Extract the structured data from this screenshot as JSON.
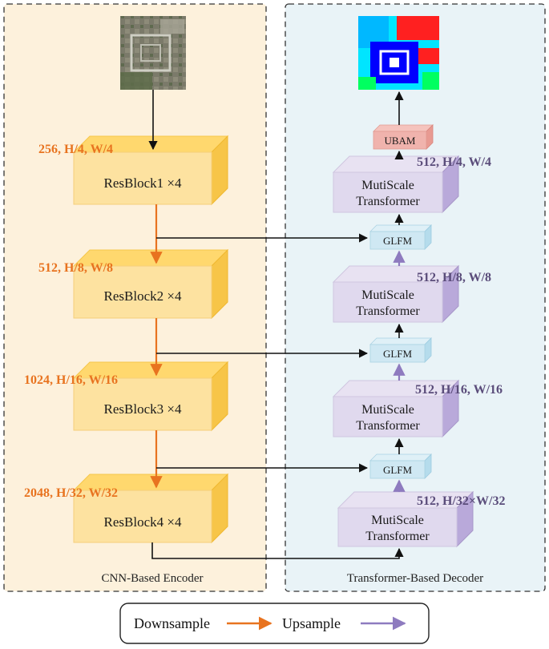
{
  "encoder": {
    "caption": "CNN-Based Encoder",
    "blocks": [
      {
        "label": "ResBlock1 ×4",
        "dims": "256, H/4, W/4"
      },
      {
        "label": "ResBlock2 ×4",
        "dims": "512, H/8, W/8"
      },
      {
        "label": "ResBlock3 ×4",
        "dims": "1024, H/16, W/16"
      },
      {
        "label": "ResBlock4 ×4",
        "dims": "2048, H/32, W/32"
      }
    ]
  },
  "decoder": {
    "caption": "Transformer-Based Decoder",
    "ubam": "UBAM",
    "transformers": [
      {
        "line1": "MutiScale",
        "line2": "Transformer",
        "dims": "512, H/4, W/4"
      },
      {
        "line1": "MutiScale",
        "line2": "Transformer",
        "dims": "512, H/8, W/8"
      },
      {
        "line1": "MutiScale",
        "line2": "Transformer",
        "dims": "512, H/16, W/16"
      },
      {
        "line1": "MutiScale",
        "line2": "Transformer",
        "dims": "512, H/32×W/32"
      }
    ],
    "glfm": [
      "GLFM",
      "GLFM",
      "GLFM"
    ]
  },
  "legend": {
    "downsample": "Downsample",
    "upsample": "Upsample"
  },
  "colors": {
    "orange": "#e8731f",
    "purple": "#8e7bbf",
    "encoder_bg": "#fdf1dc",
    "decoder_bg": "#e9f3f7",
    "block_yellow": "#fde2a0",
    "transformer_lilac": "#e0d9ee",
    "glfm_blue": "#cfe8f3",
    "ubam_pink": "#f0b3ad"
  }
}
